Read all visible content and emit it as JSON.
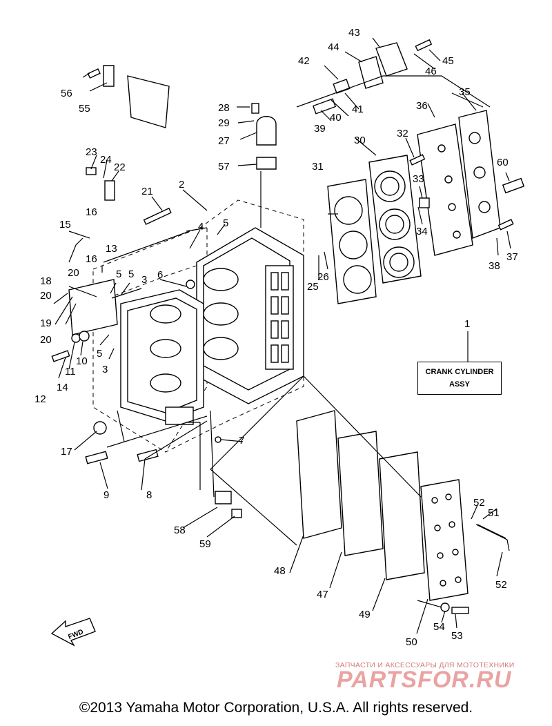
{
  "assembly_label": {
    "line1": "CRANK CYLINDER",
    "line2": "ASSY",
    "number": "1"
  },
  "watermark": {
    "tagline": "ЗАПЧАСТИ И АКСЕССУАРЫ ДЛЯ МОТОТЕХНИКИ",
    "logo": "PARTSFOR.RU"
  },
  "fwd_label": "FWD",
  "copyright": "©2013 Yamaha Motor Corporation, U.S.A. All rights reserved.",
  "callouts": [
    "2",
    "3",
    "3",
    "4",
    "5",
    "5",
    "5",
    "5",
    "6",
    "7",
    "8",
    "9",
    "10",
    "11",
    "12",
    "13",
    "14",
    "15",
    "16",
    "16",
    "17",
    "18",
    "19",
    "20",
    "20",
    "20",
    "21",
    "22",
    "23",
    "24",
    "25",
    "26",
    "27",
    "28",
    "29",
    "30",
    "31",
    "32",
    "33",
    "34",
    "35",
    "36",
    "37",
    "38",
    "39",
    "40",
    "41",
    "42",
    "43",
    "44",
    "45",
    "46",
    "47",
    "48",
    "49",
    "50",
    "51",
    "52",
    "52",
    "53",
    "54",
    "55",
    "56",
    "57",
    "58",
    "59",
    "60"
  ]
}
